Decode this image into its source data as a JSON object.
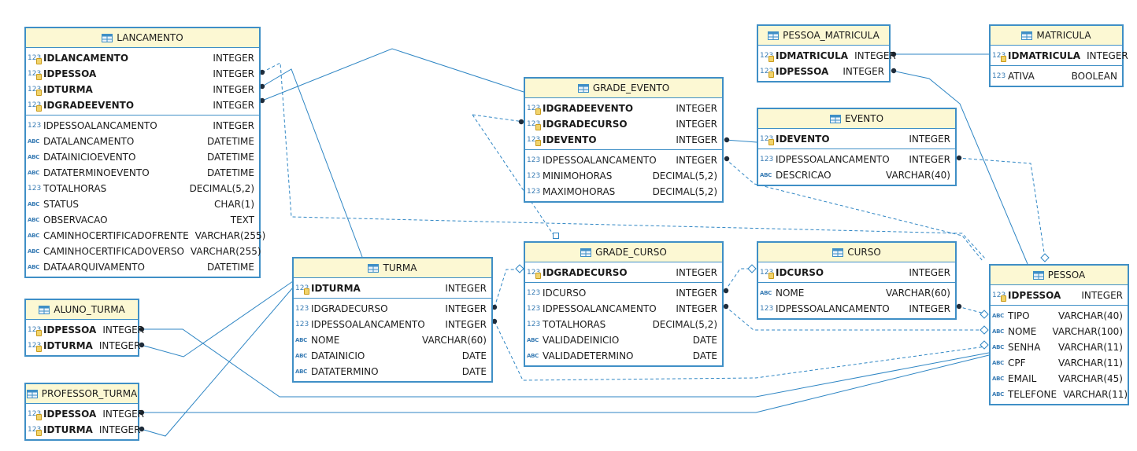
{
  "tables": [
    {
      "id": "lancamento",
      "name": "LANCAMENTO",
      "sections": [
        [
          {
            "icon": "123-key",
            "name": "IDLANCAMENTO",
            "type": "INTEGER",
            "bold": true
          },
          {
            "icon": "123-key",
            "name": "IDPESSOA",
            "type": "INTEGER",
            "bold": true
          },
          {
            "icon": "123-key",
            "name": "IDTURMA",
            "type": "INTEGER",
            "bold": true
          },
          {
            "icon": "123-key",
            "name": "IDGRADEEVENTO",
            "type": "INTEGER",
            "bold": true
          }
        ],
        [
          {
            "icon": "123",
            "name": "IDPESSOALANCAMENTO",
            "type": "INTEGER"
          },
          {
            "icon": "abc",
            "name": "DATALANCAMENTO",
            "type": "DATETIME"
          },
          {
            "icon": "abc",
            "name": "DATAINICIOEVENTO",
            "type": "DATETIME"
          },
          {
            "icon": "abc",
            "name": "DATATERMINOEVENTO",
            "type": "DATETIME"
          },
          {
            "icon": "123",
            "name": "TOTALHORAS",
            "type": "DECIMAL(5,2)"
          },
          {
            "icon": "abc",
            "name": "STATUS",
            "type": "CHAR(1)"
          },
          {
            "icon": "abc",
            "name": "OBSERVACAO",
            "type": "TEXT"
          },
          {
            "icon": "abc",
            "name": "CAMINHOCERTIFICADOFRENTE",
            "type": "VARCHAR(255)"
          },
          {
            "icon": "abc",
            "name": "CAMINHOCERTIFICADOVERSO",
            "type": "VARCHAR(255)"
          },
          {
            "icon": "abc",
            "name": "DATAARQUIVAMENTO",
            "type": "DATETIME"
          }
        ]
      ]
    },
    {
      "id": "pessoa_matricula",
      "name": "PESSOA_MATRICULA",
      "sections": [
        [
          {
            "icon": "123-key",
            "name": "IDMATRICULA",
            "type": "INTEGER",
            "bold": true
          },
          {
            "icon": "123-key",
            "name": "IDPESSOA",
            "type": "INTEGER",
            "bold": true
          }
        ]
      ]
    },
    {
      "id": "matricula",
      "name": "MATRICULA",
      "sections": [
        [
          {
            "icon": "123-key",
            "name": "IDMATRICULA",
            "type": "INTEGER",
            "bold": true
          }
        ],
        [
          {
            "icon": "123",
            "name": "ATIVA",
            "type": "BOOLEAN"
          }
        ]
      ]
    },
    {
      "id": "grade_evento",
      "name": "GRADE_EVENTO",
      "sections": [
        [
          {
            "icon": "123-key",
            "name": "IDGRADEEVENTO",
            "type": "INTEGER",
            "bold": true
          },
          {
            "icon": "123-key",
            "name": "IDGRADECURSO",
            "type": "INTEGER",
            "bold": true
          },
          {
            "icon": "123-key",
            "name": "IDEVENTO",
            "type": "INTEGER",
            "bold": true
          }
        ],
        [
          {
            "icon": "123",
            "name": "IDPESSOALANCAMENTO",
            "type": "INTEGER"
          },
          {
            "icon": "123",
            "name": "MINIMOHORAS",
            "type": "DECIMAL(5,2)"
          },
          {
            "icon": "123",
            "name": "MAXIMOHORAS",
            "type": "DECIMAL(5,2)"
          }
        ]
      ]
    },
    {
      "id": "evento",
      "name": "EVENTO",
      "sections": [
        [
          {
            "icon": "123-key",
            "name": "IDEVENTO",
            "type": "INTEGER",
            "bold": true
          }
        ],
        [
          {
            "icon": "123",
            "name": "IDPESSOALANCAMENTO",
            "type": "INTEGER"
          },
          {
            "icon": "abc",
            "name": "DESCRICAO",
            "type": "VARCHAR(40)"
          }
        ]
      ]
    },
    {
      "id": "turma",
      "name": "TURMA",
      "sections": [
        [
          {
            "icon": "123-key",
            "name": "IDTURMA",
            "type": "INTEGER",
            "bold": true
          }
        ],
        [
          {
            "icon": "123",
            "name": "IDGRADECURSO",
            "type": "INTEGER"
          },
          {
            "icon": "123",
            "name": "IDPESSOALANCAMENTO",
            "type": "INTEGER"
          },
          {
            "icon": "abc",
            "name": "NOME",
            "type": "VARCHAR(60)"
          },
          {
            "icon": "abc",
            "name": "DATAINICIO",
            "type": "DATE"
          },
          {
            "icon": "abc",
            "name": "DATATERMINO",
            "type": "DATE"
          }
        ]
      ]
    },
    {
      "id": "grade_curso",
      "name": "GRADE_CURSO",
      "sections": [
        [
          {
            "icon": "123-key",
            "name": "IDGRADECURSO",
            "type": "INTEGER",
            "bold": true
          }
        ],
        [
          {
            "icon": "123",
            "name": "IDCURSO",
            "type": "INTEGER"
          },
          {
            "icon": "123",
            "name": "IDPESSOALANCAMENTO",
            "type": "INTEGER"
          },
          {
            "icon": "123",
            "name": "TOTALHORAS",
            "type": "DECIMAL(5,2)"
          },
          {
            "icon": "abc",
            "name": "VALIDADEINICIO",
            "type": "DATE"
          },
          {
            "icon": "abc",
            "name": "VALIDADETERMINO",
            "type": "DATE"
          }
        ]
      ]
    },
    {
      "id": "curso",
      "name": "CURSO",
      "sections": [
        [
          {
            "icon": "123-key",
            "name": "IDCURSO",
            "type": "INTEGER",
            "bold": true
          }
        ],
        [
          {
            "icon": "abc",
            "name": "NOME",
            "type": "VARCHAR(60)"
          },
          {
            "icon": "123",
            "name": "IDPESSOALANCAMENTO",
            "type": "INTEGER"
          }
        ]
      ]
    },
    {
      "id": "pessoa",
      "name": "PESSOA",
      "sections": [
        [
          {
            "icon": "123-key",
            "name": "IDPESSOA",
            "type": "INTEGER",
            "bold": true
          }
        ],
        [
          {
            "icon": "abc",
            "name": "TIPO",
            "type": "VARCHAR(40)"
          },
          {
            "icon": "abc",
            "name": "NOME",
            "type": "VARCHAR(100)"
          },
          {
            "icon": "abc",
            "name": "SENHA",
            "type": "VARCHAR(11)"
          },
          {
            "icon": "abc",
            "name": "CPF",
            "type": "VARCHAR(11)"
          },
          {
            "icon": "abc",
            "name": "EMAIL",
            "type": "VARCHAR(45)"
          },
          {
            "icon": "abc",
            "name": "TELEFONE",
            "type": "VARCHAR(11)"
          }
        ]
      ]
    },
    {
      "id": "aluno_turma",
      "name": "ALUNO_TURMA",
      "sections": [
        [
          {
            "icon": "123-key",
            "name": "IDPESSOA",
            "type": "INTEGER",
            "bold": true
          },
          {
            "icon": "123-key",
            "name": "IDTURMA",
            "type": "INTEGER",
            "bold": true
          }
        ]
      ]
    },
    {
      "id": "professor_turma",
      "name": "PROFESSOR_TURMA",
      "sections": [
        [
          {
            "icon": "123-key",
            "name": "IDPESSOA",
            "type": "INTEGER",
            "bold": true
          },
          {
            "icon": "123-key",
            "name": "IDTURMA",
            "type": "INTEGER",
            "bold": true
          }
        ]
      ]
    }
  ],
  "icons": {
    "table": "table-icon",
    "numeric": "numeric-column-icon",
    "text": "text-column-icon",
    "key": "primary-key-icon"
  },
  "colors": {
    "border": "#3f8fc6",
    "header": "#fcf8d3",
    "line": "#2f86c4"
  }
}
